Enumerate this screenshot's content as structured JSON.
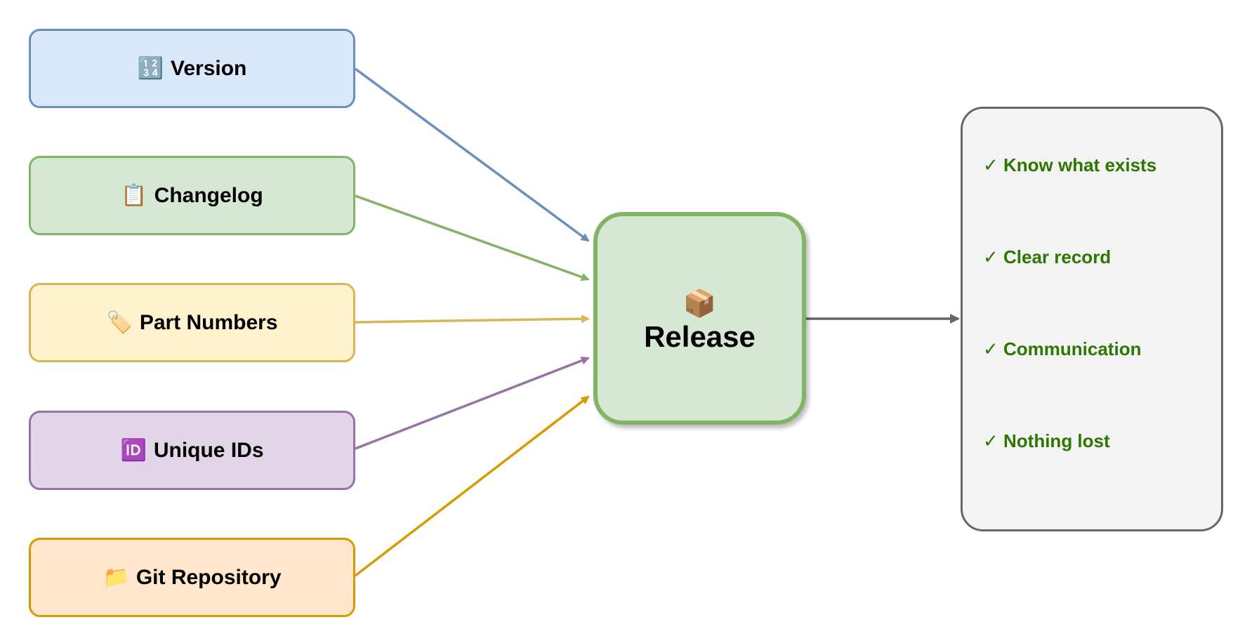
{
  "diagram": {
    "inputs": [
      {
        "id": "version",
        "icon": "input-digits-icon",
        "emoji": "🔢",
        "label": "Version",
        "fill": "#dae8fc",
        "stroke": "#6c8ebf"
      },
      {
        "id": "changelog",
        "icon": "clipboard-icon",
        "emoji": "📋",
        "label": "Changelog",
        "fill": "#d5e8d4",
        "stroke": "#82b366"
      },
      {
        "id": "part-numbers",
        "icon": "label-tag-icon",
        "emoji": "🏷️",
        "label": "Part Numbers",
        "fill": "#fff2cc",
        "stroke": "#d6b656"
      },
      {
        "id": "unique-ids",
        "icon": "id-button-icon",
        "emoji": "🆔",
        "label": "Unique IDs",
        "fill": "#e1d5e7",
        "stroke": "#9673a6"
      },
      {
        "id": "git-repository",
        "icon": "folder-icon",
        "emoji": "📁",
        "label": "Git Repository",
        "fill": "#ffe6cc",
        "stroke": "#d79b00"
      }
    ],
    "release": {
      "icon": "package-icon",
      "emoji": "📦",
      "label": "Release",
      "fill": "#d5e8d4",
      "stroke": "#82b366"
    },
    "outcomes": {
      "fill": "#f3f3f3",
      "stroke": "#666666",
      "text_color": "#2d7600",
      "items": [
        "✓ Know what exists",
        "✓ Clear record",
        "✓ Communication",
        "✓ Nothing lost"
      ]
    },
    "connector_colors": {
      "version": "#6c8ebf",
      "changelog": "#82b366",
      "part-numbers": "#d6b656",
      "unique-ids": "#9673a6",
      "git-repository": "#d79b00",
      "release-to-outcomes": "#666666"
    }
  }
}
